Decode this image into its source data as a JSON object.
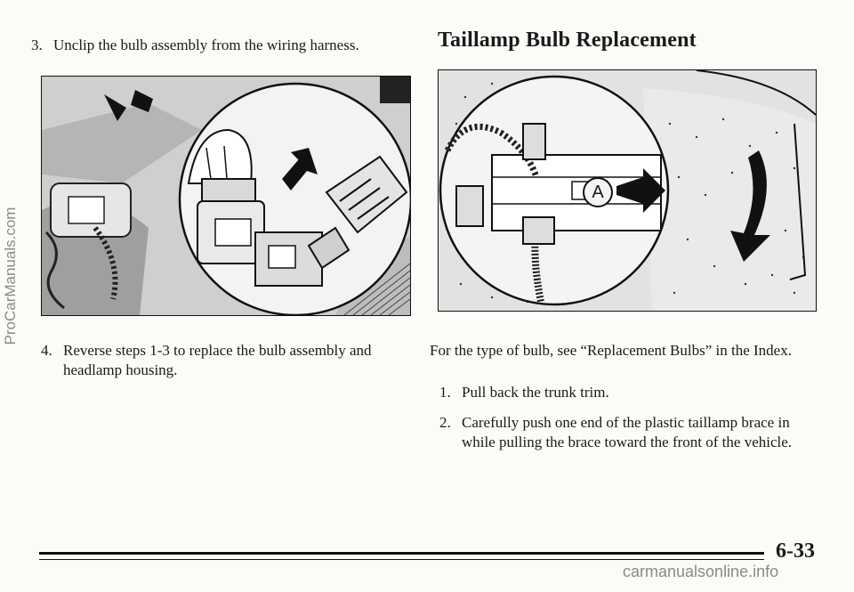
{
  "watermark": {
    "side": "ProCarManuals.com",
    "bottom": "carmanualsonline.info"
  },
  "left_column": {
    "step3": {
      "num": "3.",
      "text": "Unclip the bulb assembly from the wiring harness."
    },
    "step4": {
      "num": "4.",
      "text": "Reverse steps 1-3 to replace the bulb assembly and headlamp housing."
    }
  },
  "right_column": {
    "heading": "Taillamp Bulb Replacement",
    "figure_callout": "A",
    "intro": "For the type of bulb, see “Replacement Bulbs” in the Index.",
    "step1": {
      "num": "1.",
      "text": "Pull back the trunk trim."
    },
    "step2": {
      "num": "2.",
      "text": "Carefully push one end of the plastic taillamp brace in while pulling the brace toward the front of the vehicle."
    }
  },
  "footer": {
    "page_number": "6-33"
  }
}
